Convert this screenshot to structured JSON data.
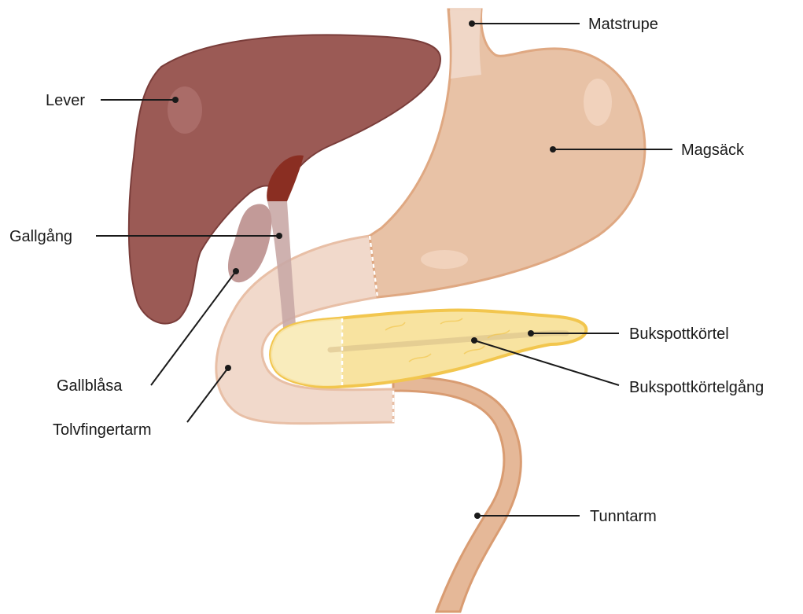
{
  "labels": {
    "matstrupe": "Matstrupe",
    "lever": "Lever",
    "magsack": "Magsäck",
    "gallgang": "Gallgång",
    "bukspottkortel": "Bukspottkörtel",
    "bukspottkortelgang": "Bukspottkörtelgång",
    "gallblasa": "Gallblåsa",
    "tolvfingertarm": "Tolvfingertarm",
    "tunntarm": "Tunntarm"
  },
  "colors": {
    "liver": "#9b5a55",
    "liver_outline": "#7a3d3a",
    "hepatic_vessel": "#8a2e22",
    "gallbladder": "#c29a98",
    "stomach": "#e8c2a6",
    "stomach_outline": "#dfa882",
    "duodenum": "#f1d9cb",
    "pancreas": "#f8e3a0",
    "pancreas_outline": "#f2c64e",
    "intestine": "#e5b898",
    "leader": "#1a1a1a"
  }
}
